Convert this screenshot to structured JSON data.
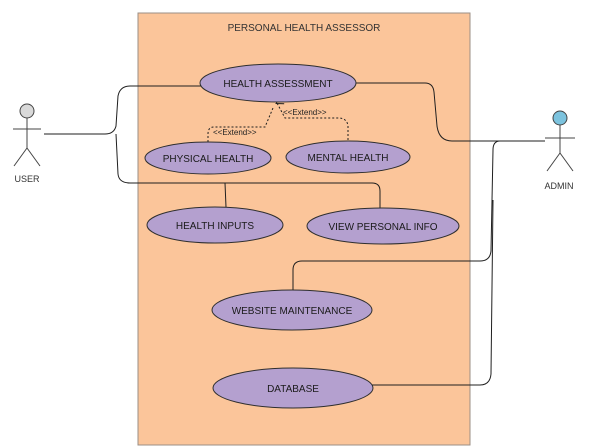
{
  "diagram": {
    "title": "PERSONAL HEALTH ASSESSOR",
    "colors": {
      "system_fill": "#fbc59a",
      "system_stroke": "#9b8f86",
      "usecase_fill": "#b4a0cf",
      "usecase_stroke": "#2e2e2e",
      "line": "#1f1f1f",
      "admin_head": "#7cc3de",
      "user_head": "#d9d9d9"
    },
    "actors": {
      "user": {
        "label": "USER"
      },
      "admin": {
        "label": "ADMIN"
      }
    },
    "usecases": {
      "health_assessment": "HEALTH ASSESSMENT",
      "physical_health": "PHYSICAL HEALTH",
      "mental_health": "MENTAL HEALTH",
      "health_inputs": "HEALTH INPUTS",
      "view_personal_info": "VIEW PERSONAL INFO",
      "website_maintenance": "WEBSITE MAINTENANCE",
      "database": "DATABASE"
    },
    "relations": {
      "extend_mental": "<<Extend>>",
      "extend_physical": "<<Extend>>"
    }
  }
}
